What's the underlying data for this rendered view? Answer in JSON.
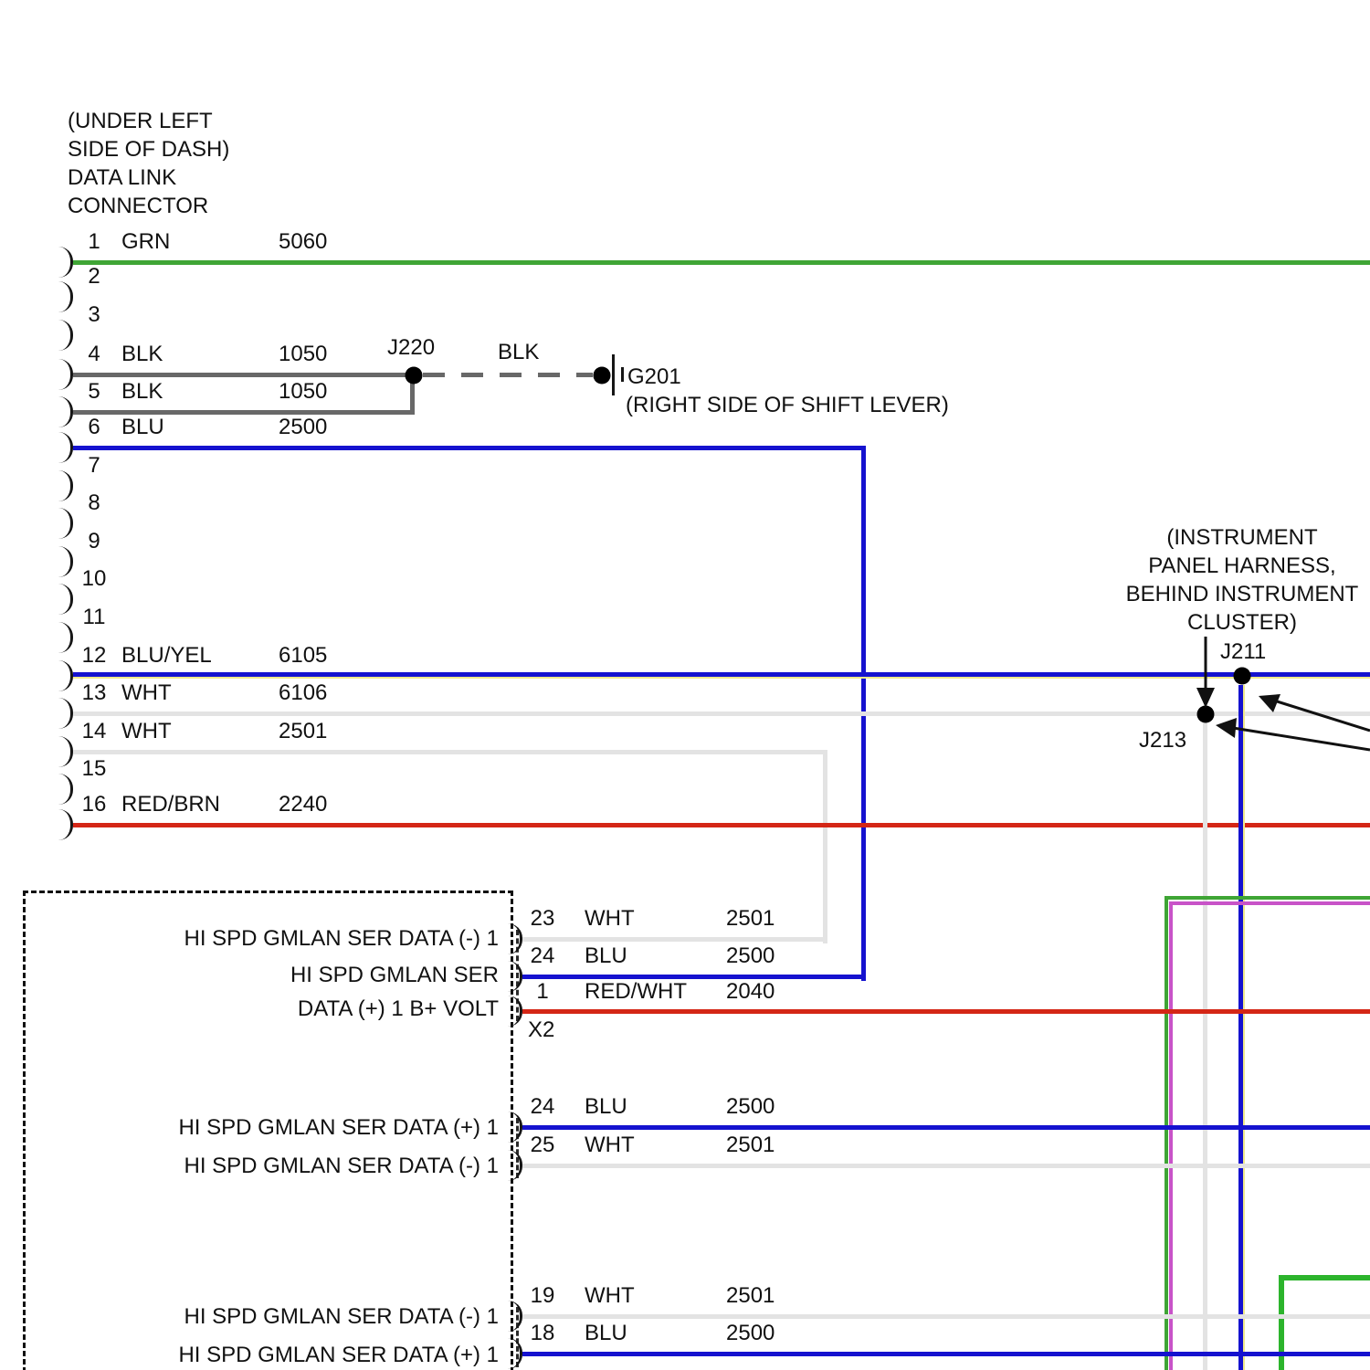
{
  "diagram": {
    "dlc": {
      "location_label": "(UNDER LEFT\nSIDE OF DASH)\nDATA LINK\nCONNECTOR",
      "pins": [
        {
          "pin": "1",
          "color": "GRN",
          "circuit": "5060"
        },
        {
          "pin": "2",
          "color": "",
          "circuit": ""
        },
        {
          "pin": "3",
          "color": "",
          "circuit": ""
        },
        {
          "pin": "4",
          "color": "BLK",
          "circuit": "1050"
        },
        {
          "pin": "5",
          "color": "BLK",
          "circuit": "1050"
        },
        {
          "pin": "6",
          "color": "BLU",
          "circuit": "2500"
        },
        {
          "pin": "7",
          "color": "",
          "circuit": ""
        },
        {
          "pin": "8",
          "color": "",
          "circuit": ""
        },
        {
          "pin": "9",
          "color": "",
          "circuit": ""
        },
        {
          "pin": "10",
          "color": "",
          "circuit": ""
        },
        {
          "pin": "11",
          "color": "",
          "circuit": ""
        },
        {
          "pin": "12",
          "color": "BLU/YEL",
          "circuit": "6105"
        },
        {
          "pin": "13",
          "color": "WHT",
          "circuit": "6106"
        },
        {
          "pin": "14",
          "color": "WHT",
          "circuit": "2501"
        },
        {
          "pin": "15",
          "color": "",
          "circuit": ""
        },
        {
          "pin": "16",
          "color": "RED/BRN",
          "circuit": "2240"
        }
      ]
    },
    "splices": {
      "j220_label": "J220",
      "j220_g201_wire_color": "BLK",
      "g201_label": "G201",
      "g201_location": "(RIGHT SIDE OF SHIFT LEVER)"
    },
    "harness": {
      "location_label": "(INSTRUMENT\nPANEL HARNESS,\nBEHIND INSTRUMENT\nCLUSTER)",
      "j211_label": "J211",
      "j213_label": "J213"
    },
    "module": {
      "groups": [
        {
          "connector_id": "X2",
          "rows": [
            {
              "pin": "23",
              "color": "WHT",
              "circuit": "2501",
              "signal": "HI SPD GMLAN SER DATA (-) 1"
            },
            {
              "pin": "24",
              "color": "BLU",
              "circuit": "2500",
              "signal": "HI SPD GMLAN SER"
            },
            {
              "pin": "1",
              "color": "RED/WHT",
              "circuit": "2040",
              "signal": "DATA (+) 1 B+ VOLT"
            }
          ]
        },
        {
          "connector_id": "",
          "rows": [
            {
              "pin": "24",
              "color": "BLU",
              "circuit": "2500",
              "signal": "HI SPD GMLAN SER DATA (+) 1"
            },
            {
              "pin": "25",
              "color": "WHT",
              "circuit": "2501",
              "signal": "HI SPD GMLAN SER DATA (-) 1"
            }
          ]
        },
        {
          "connector_id": "",
          "rows": [
            {
              "pin": "19",
              "color": "WHT",
              "circuit": "2501",
              "signal": "HI SPD GMLAN SER DATA (-) 1"
            },
            {
              "pin": "18",
              "color": "BLU",
              "circuit": "2500",
              "signal": "HI SPD GMLAN SER DATA (+) 1"
            }
          ]
        }
      ]
    },
    "wire_colors": {
      "green": "#3fa535",
      "blue": "#1512cf",
      "white": "#e3e3e3",
      "red": "#d42616",
      "black": "#686868",
      "magenta": "#c853c8",
      "bright_green": "#2cb42c",
      "yellow_stripe": "#efe98c"
    }
  }
}
